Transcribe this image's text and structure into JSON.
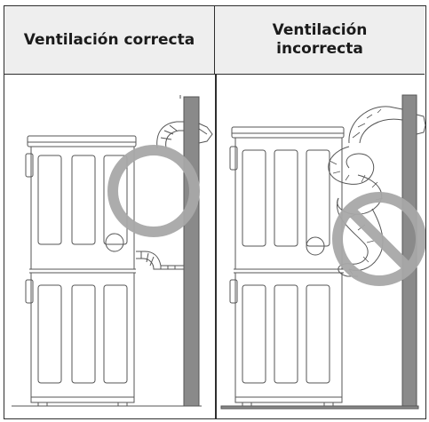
{
  "table": {
    "headers": [
      {
        "label": "Ventilación correcta"
      },
      {
        "label": "Ventilación incorrecta"
      }
    ]
  },
  "figures": {
    "correct": {
      "status": "correct",
      "marker": "circle-icon"
    },
    "incorrect": {
      "status": "incorrect",
      "marker": "prohibited-icon"
    }
  },
  "colors": {
    "border": "#2e2e2e",
    "header_bg": "#eeeeee",
    "line_art": "#555555",
    "marker": "#a8a8a8",
    "wall_fill": "#8a8a8a"
  }
}
